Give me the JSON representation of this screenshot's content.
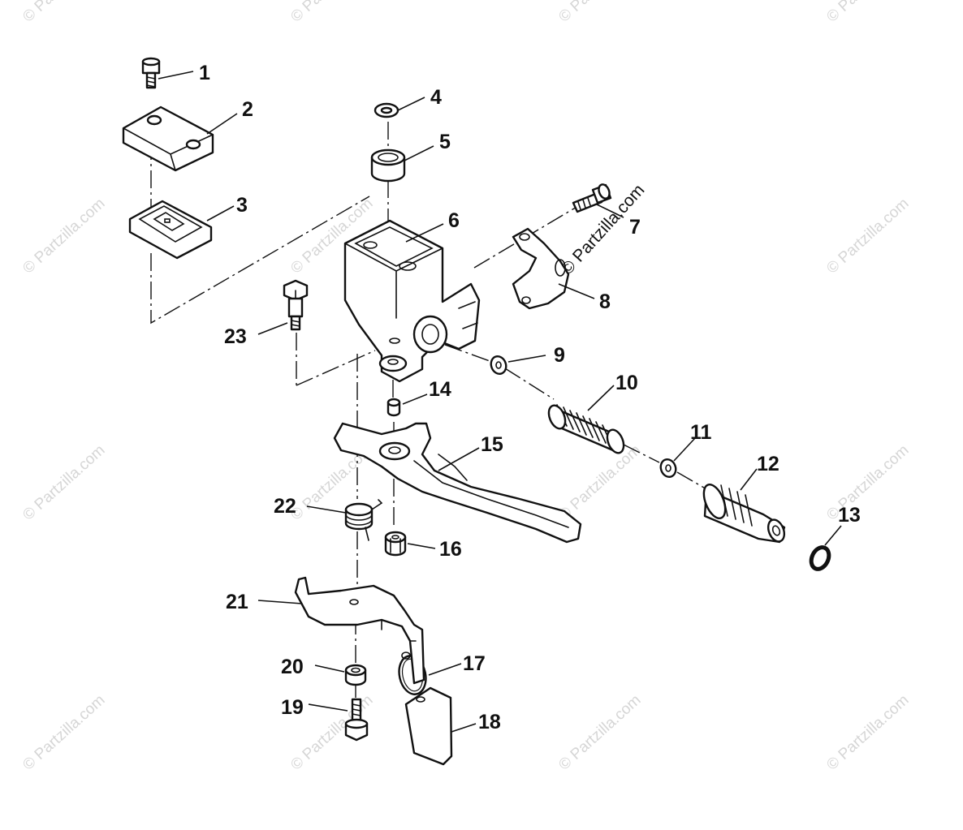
{
  "watermark": {
    "text": "© Partzilla.com",
    "color": "#d6d6d6"
  },
  "callouts": [
    "1",
    "2",
    "3",
    "4",
    "5",
    "6",
    "7",
    "8",
    "9",
    "10",
    "11",
    "12",
    "13",
    "14",
    "15",
    "16",
    "17",
    "18",
    "19",
    "20",
    "21",
    "22",
    "23"
  ]
}
